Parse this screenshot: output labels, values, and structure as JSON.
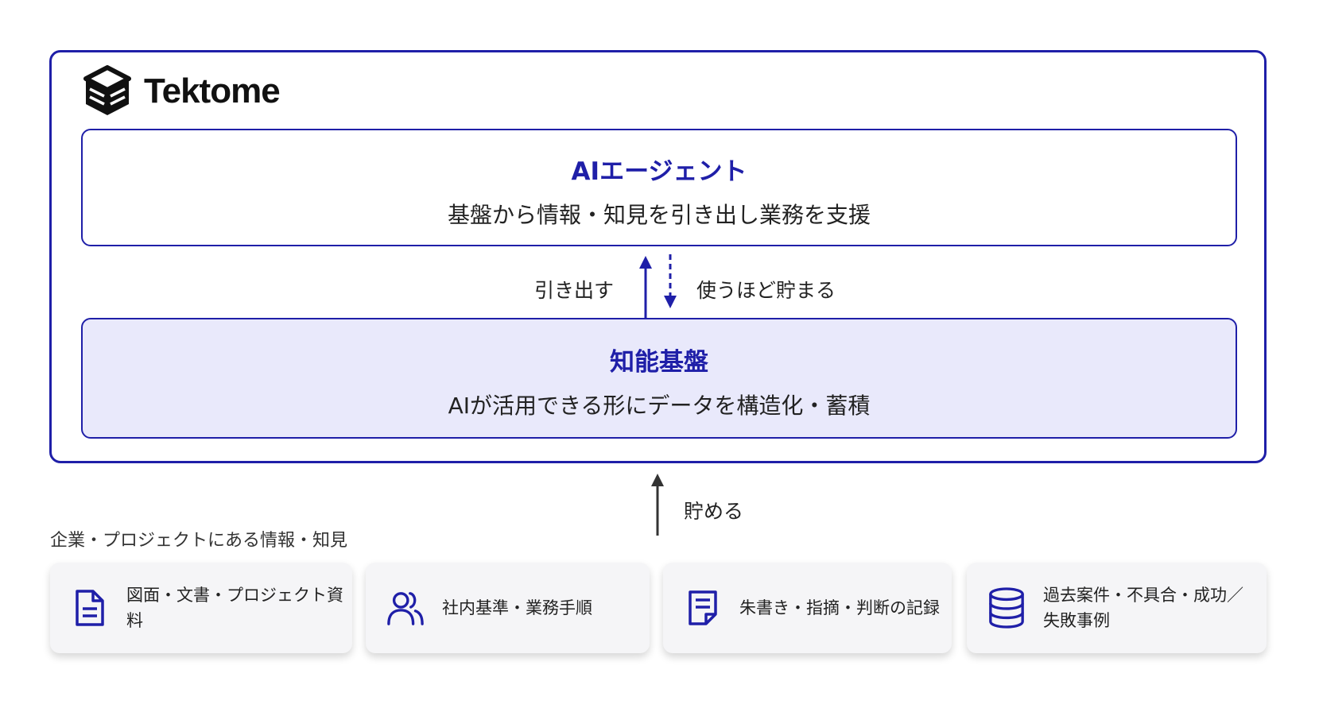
{
  "brand": {
    "name": "Tektome",
    "logo_icon": "tektome-cube-logo"
  },
  "colors": {
    "accent": "#1f1fa8",
    "layer_fill": "#e9e9fb",
    "card_fill": "#f5f5f7"
  },
  "ai_agent_layer": {
    "title": "AIエージェント",
    "description": "基盤から情報・知見を引き出し業務を支援"
  },
  "flow": {
    "up_label": "引き出す",
    "down_label": "使うほど貯まる",
    "store_label": "貯める"
  },
  "knowledge_layer": {
    "title": "知能基盤",
    "description": "AIが活用できる形にデータを構造化・蓄積"
  },
  "sources": {
    "caption": "企業・プロジェクトにある情報・知見",
    "cards": [
      {
        "label": "図面・文書・プロジェクト資料",
        "icon": "document-icon"
      },
      {
        "label": "社内基準・業務手順",
        "icon": "users-icon"
      },
      {
        "label": "朱書き・指摘・判断の記録",
        "icon": "note-icon"
      },
      {
        "label_line1": "過去案件・不具合・成功／",
        "label_line2": "失敗事例",
        "icon": "database-icon"
      }
    ]
  }
}
